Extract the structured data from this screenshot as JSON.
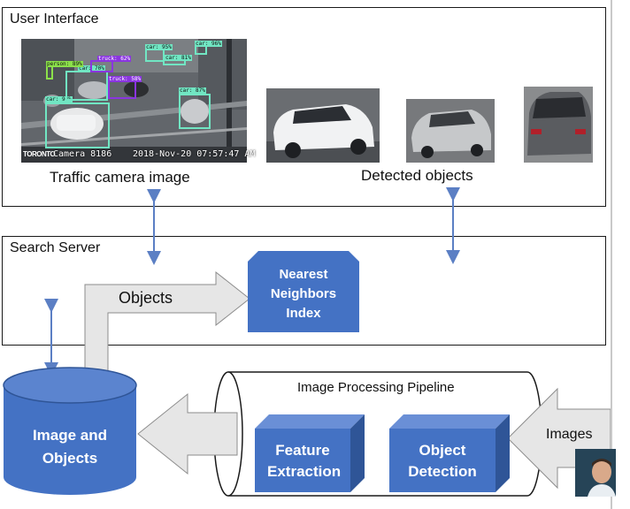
{
  "colors": {
    "accent_blue": "#4472C4",
    "accent_blue_dark": "#2F5597",
    "arrow_blue": "#5B7FC4",
    "gray_arrow": "#E6E6E6",
    "box_cyan": "#71E6C3",
    "box_purple": "#8A35E0"
  },
  "ui_panel": {
    "title": "User Interface",
    "camera_caption": "Traffic camera image",
    "detected_caption": "Detected objects",
    "camera_overlay_left": "Camera 8186",
    "camera_overlay_right": "2018-Nov-20 07:57:47 AM",
    "camera_logo": "TORONTO",
    "detections": [
      {
        "label": "car: 95%"
      },
      {
        "label": "car: 96%"
      },
      {
        "label": "car: 81%"
      },
      {
        "label": "person: 89%"
      },
      {
        "label": "truck: 62%"
      },
      {
        "label": "car: 70%"
      },
      {
        "label": "truck: 58%"
      },
      {
        "label": "car: 87%"
      },
      {
        "label": "car: 94%"
      }
    ]
  },
  "search_panel": {
    "title": "Search Server",
    "objects_label": "Objects",
    "index_label": "Nearest Neighbors Index"
  },
  "pipeline": {
    "title": "Image Processing Pipeline",
    "feature_label": "Feature Extraction",
    "detection_label": "Object Detection",
    "images_label": "Images",
    "database_label": "Image and Objects"
  },
  "icons": {
    "avatar": "person-avatar-icon"
  }
}
